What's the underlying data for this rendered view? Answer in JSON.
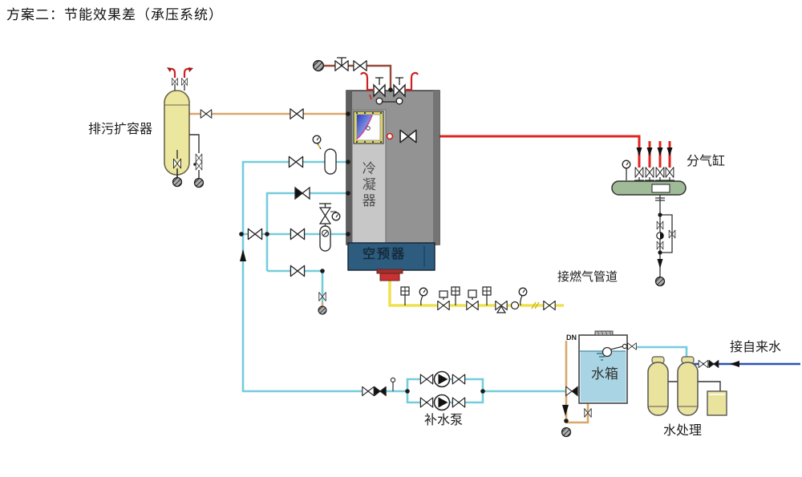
{
  "title": "方案二：节能效果差（承压系统）",
  "labels": {
    "blowdown_vessel": "排污扩容器",
    "condenser": "冷凝器",
    "air_preheater": "空预器",
    "steam_header": "分气缸",
    "gas_pipe": "接燃气管道",
    "tap_water": "接自来水",
    "dn_mark": "DN",
    "water_tank": "水箱",
    "makeup_pump": "补水泵",
    "water_treatment": "水处理"
  },
  "colors": {
    "pipe_feedwater": "#76ccdb",
    "pipe_blowdown": "#d9a76c",
    "pipe_steam": "#e0241f",
    "pipe_vent": "#96493a",
    "pipe_gas": "#efe24e",
    "pipe_tap_water": "#2a52b8",
    "boiler_body": "#939393",
    "condenser_panel": "#c7c7c7",
    "preheater_box": "#2d5c7e",
    "burner": "#c83232",
    "vessel_yellow": "#ece79f",
    "header_green": "#9fbb97",
    "tank_water": "#a8d4e4",
    "treatment_yellow": "#eae39e"
  }
}
